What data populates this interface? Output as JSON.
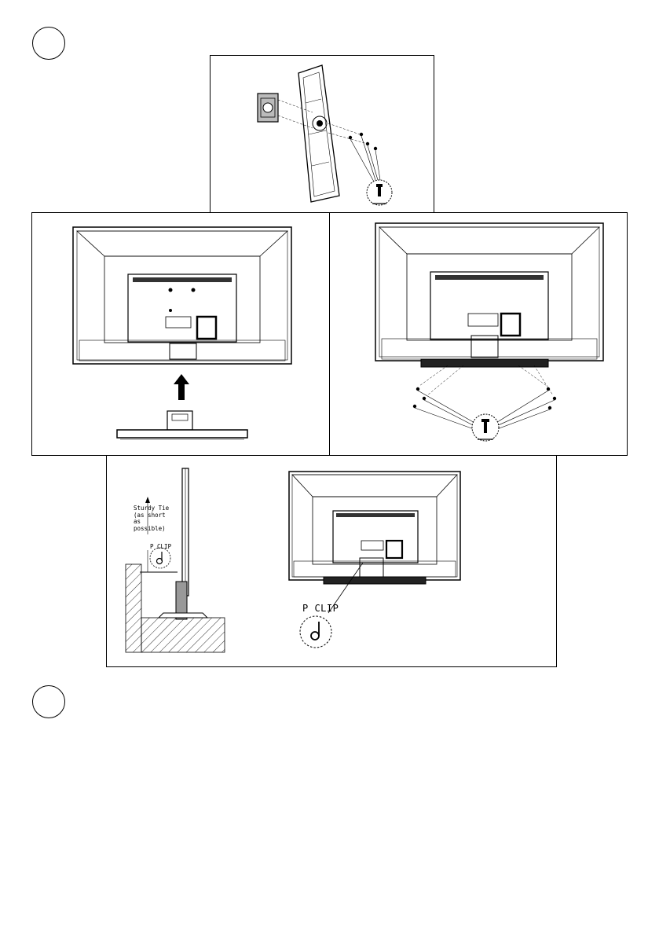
{
  "diagram": {
    "callouts": {
      "tie_label": "Sturdy Tie\n(as short\nas\npossible)",
      "pclip_small": "P CLIP",
      "pclip_large": "P CLIP"
    }
  }
}
